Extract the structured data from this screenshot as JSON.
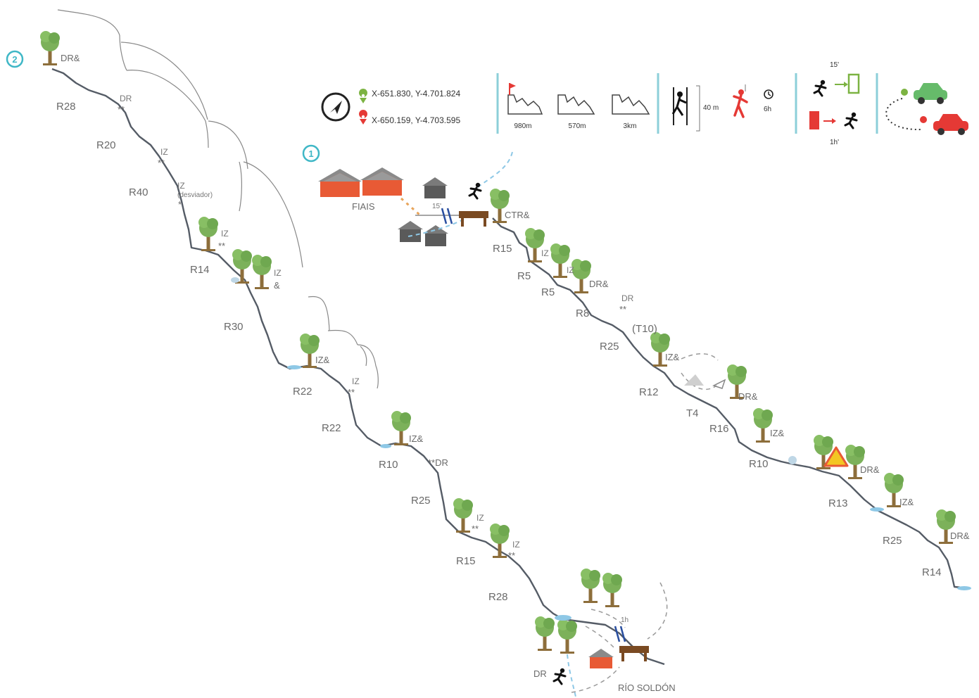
{
  "header": {
    "coord_start": "X-651.830, Y-4.701.824",
    "coord_end": "X-650.159, Y-4.703.595",
    "altitude_start": "980m",
    "descent": "570m",
    "distance": "3km",
    "max_rappel": "40 m",
    "duration": "6h",
    "approach_time": "15'",
    "return_time": "1h'",
    "colors": {
      "start_pin": "#7cb342",
      "end_pin": "#e53935",
      "teal": "#3fb7c6",
      "car_green": "#66bb6a",
      "car_red": "#e53935"
    }
  },
  "section1": {
    "number": "1",
    "place": "FIAIS",
    "walk_time": "15'",
    "labels": [
      "CTR&",
      "R15",
      "IZ",
      "R5",
      "IZ",
      "R5",
      "DR&",
      "R8",
      "DR",
      "**",
      "(T10)",
      "R25",
      "IZ&",
      "R12",
      "T4",
      "DR&",
      "R16",
      "IZ&",
      "R10",
      "DR&",
      "R13",
      "IZ&",
      "R25",
      "DR&",
      "R14"
    ]
  },
  "section2": {
    "number": "2",
    "labels": [
      "DR&",
      "R28",
      "DR",
      "**",
      "R20",
      "IZ",
      "**",
      "R40",
      "IZ",
      "(desviador)",
      "*",
      "IZ",
      "**",
      "R14",
      "IZ",
      "&",
      "R30",
      "IZ&",
      "R22",
      "IZ",
      "**",
      "R22",
      "IZ&",
      "**DR",
      "R10",
      "R25",
      "IZ",
      "**",
      "IZ",
      "**",
      "R15",
      "R28"
    ],
    "end_place": "RÍO SOLDÓN",
    "end_time": "1h",
    "exit_label": "DR"
  }
}
